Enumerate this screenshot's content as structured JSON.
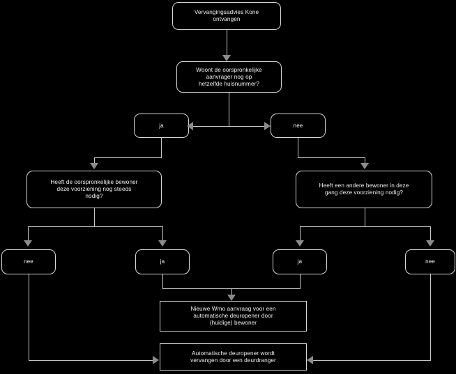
{
  "diagram": {
    "title": "Vervangingsadvies Kone flowchart",
    "language": "nl",
    "background_color": "#000000",
    "node_border_color": "#d8d8d8",
    "connector_color": "#c9c9c9",
    "arrow_color": "#8c8c8c",
    "text_color": "#f2f2f2"
  },
  "nodes": {
    "start": {
      "id": "start",
      "shape": "rounded-rect",
      "label": "Vervangingsadvies Kone\nontvangen"
    },
    "q_home": {
      "id": "q_home",
      "shape": "rounded-rect",
      "label": "Woont de oorspronkelijke\naanvrager nog op\nhetzelfde huisnummer?"
    },
    "q_home_ja": {
      "id": "q_home_ja",
      "shape": "rounded-rect",
      "label": "ja"
    },
    "q_home_nee": {
      "id": "q_home_nee",
      "shape": "rounded-rect",
      "label": "nee"
    },
    "q_left": {
      "id": "q_left",
      "shape": "rounded-rect",
      "label": "Heeft de oorspronkelijke bewoner\ndeze voorziening nog steeds\nnodig?"
    },
    "q_right": {
      "id": "q_right",
      "shape": "rounded-rect",
      "label": "Heeft een andere bewoner in deze\ngang deze voorziening nodig?"
    },
    "left_nee": {
      "id": "left_nee",
      "shape": "rounded-rect",
      "label": "nee"
    },
    "left_ja": {
      "id": "left_ja",
      "shape": "rounded-rect",
      "label": "ja"
    },
    "right_ja": {
      "id": "right_ja",
      "shape": "rounded-rect",
      "label": "ja"
    },
    "right_nee": {
      "id": "right_nee",
      "shape": "rounded-rect",
      "label": "nee"
    },
    "outcome_new_request": {
      "id": "outcome_new_request",
      "shape": "rect",
      "label": "Nieuwe Wmo aanvraag voor een\nautomatische deuropener door\n(huidige) bewoner"
    },
    "outcome_replace": {
      "id": "outcome_replace",
      "shape": "rect",
      "label": "Automatische deuropener wordt\nvervangen door een deurdranger"
    }
  },
  "edges": [
    {
      "from": "start",
      "to": "q_home",
      "label": ""
    },
    {
      "from": "q_home",
      "to": "q_home_ja",
      "label": ""
    },
    {
      "from": "q_home",
      "to": "q_home_nee",
      "label": ""
    },
    {
      "from": "q_home_ja",
      "to": "q_left",
      "label": ""
    },
    {
      "from": "q_home_nee",
      "to": "q_right",
      "label": ""
    },
    {
      "from": "q_left",
      "to": "left_nee",
      "label": ""
    },
    {
      "from": "q_left",
      "to": "left_ja",
      "label": ""
    },
    {
      "from": "q_right",
      "to": "right_ja",
      "label": ""
    },
    {
      "from": "q_right",
      "to": "right_nee",
      "label": ""
    },
    {
      "from": "left_ja",
      "to": "outcome_new_request",
      "label": ""
    },
    {
      "from": "right_ja",
      "to": "outcome_new_request",
      "label": ""
    },
    {
      "from": "left_nee",
      "to": "outcome_replace",
      "label": ""
    },
    {
      "from": "right_nee",
      "to": "outcome_replace",
      "label": ""
    }
  ]
}
